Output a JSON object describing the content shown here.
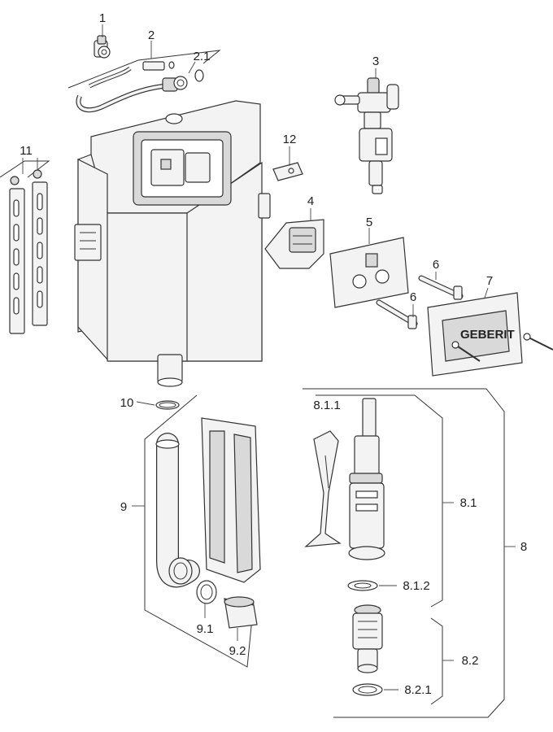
{
  "labels": {
    "p1": "1",
    "p2": "2",
    "p2_1": "2.1",
    "p3": "3",
    "p4": "4",
    "p5": "5",
    "p6a": "6",
    "p6b": "6",
    "p7": "7",
    "p8": "8",
    "p8_1": "8.1",
    "p8_1_1": "8.1.1",
    "p8_1_2": "8.1.2",
    "p8_2": "8.2",
    "p8_2_1": "8.2.1",
    "p9": "9",
    "p9_1": "9.1",
    "p9_2": "9.2",
    "p10": "10",
    "p11": "11",
    "p12": "12"
  },
  "plate_text": "GEBERIT"
}
